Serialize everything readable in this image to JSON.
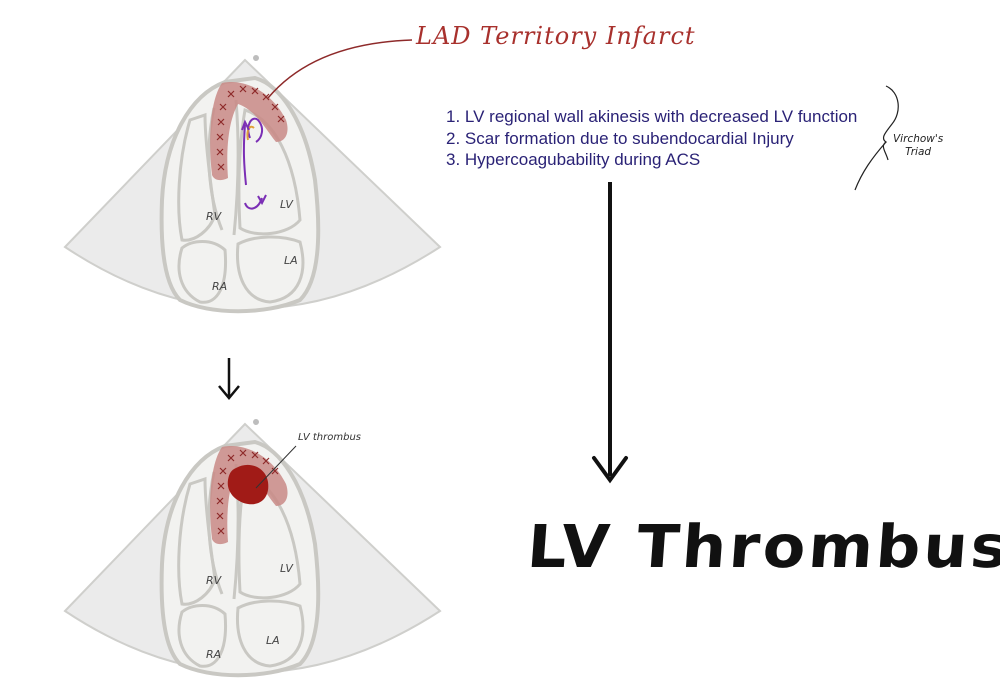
{
  "title": "LAD Territory Infarct",
  "steps": [
    "1. LV regional wall akinesis with decreased LV function",
    "2. Scar formation due to subendocardial Injury",
    "3. Hypercoagubability during ACS"
  ],
  "bracket_label": [
    "Virchow's",
    "Triad"
  ],
  "result": "LV Thrombus",
  "thrombus_callout": "LV thrombus",
  "chamber_labels": {
    "rv": "RV",
    "lv": "LV",
    "ra": "RA",
    "la": "LA"
  },
  "colors": {
    "infarct": "#c98a86",
    "scar_marks": "#8e2a2a",
    "thrombus": "#a11b17",
    "flow_arrows": "#7b2fb5",
    "flow_inner": "#e0a13a",
    "list_text": "#2a2276",
    "sector_fill": "#ebebeb",
    "wall": "#c9c8c3"
  }
}
